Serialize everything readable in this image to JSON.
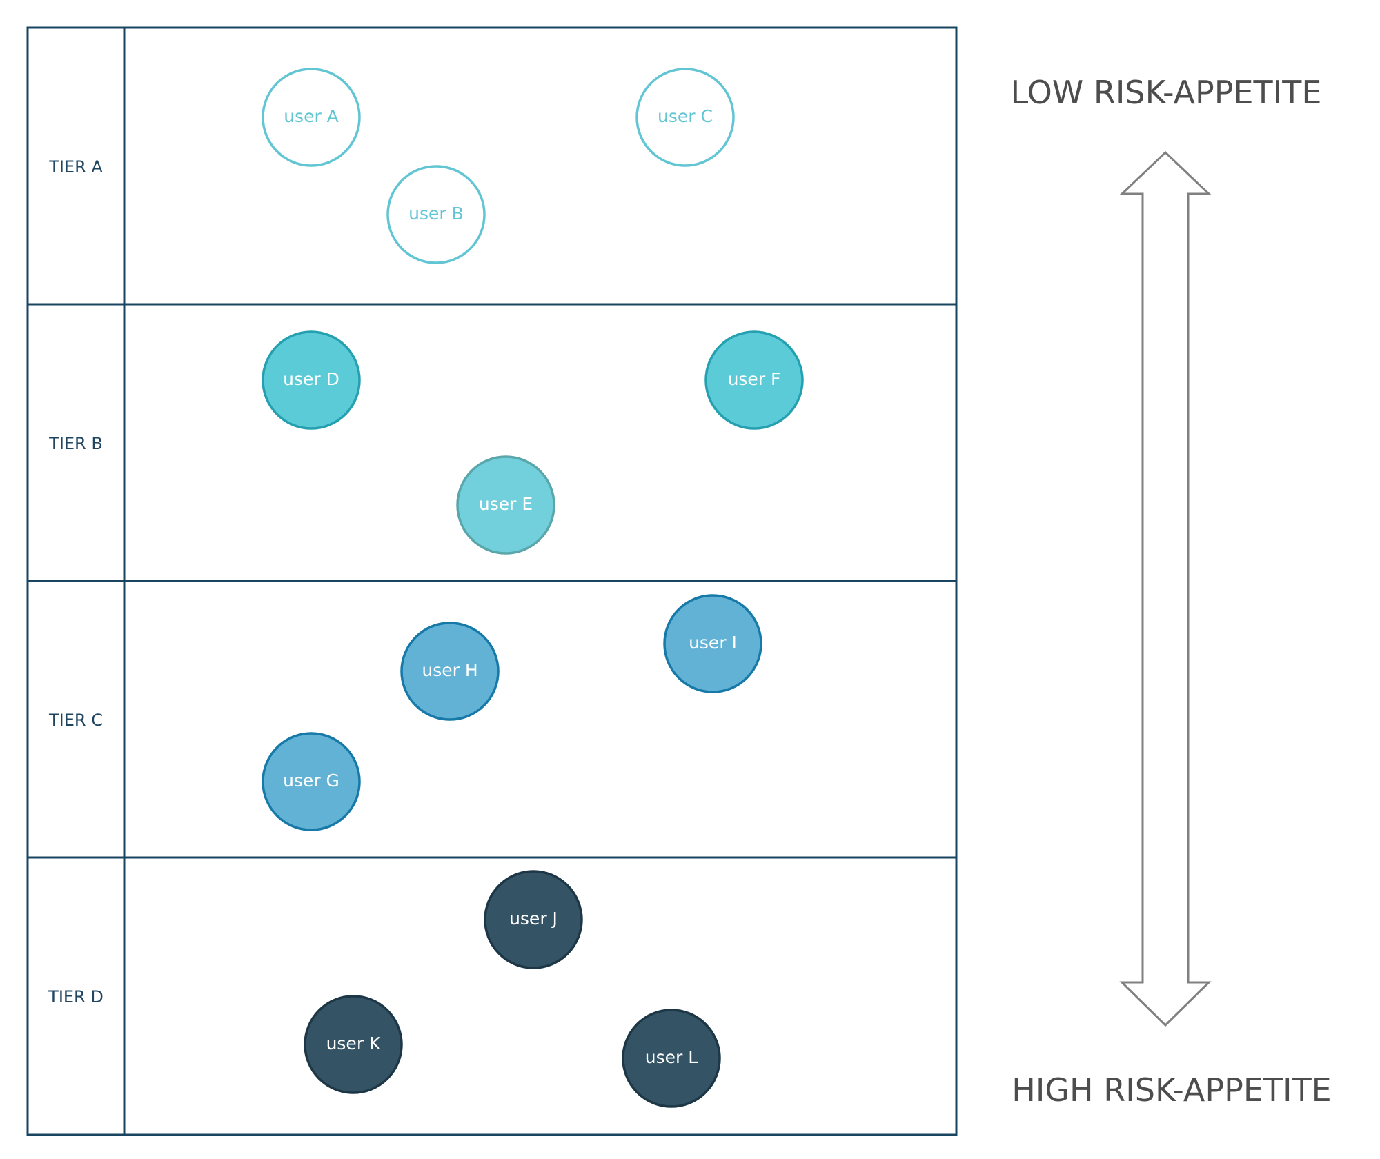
{
  "tiers": [
    {
      "label": "TIER A",
      "style": {
        "fill": "#ffffff",
        "stroke": "#62c5d3",
        "text": "#62c5d3"
      },
      "users": [
        "user A",
        "user B",
        "user C"
      ]
    },
    {
      "label": "TIER B",
      "style": {
        "fill": "#5ccbd8",
        "stroke": "#24a0b1",
        "text": "#ffffff"
      },
      "users": [
        "user D",
        "user E",
        "user F"
      ]
    },
    {
      "label": "TIER C",
      "style": {
        "fill": "#62b2d6",
        "stroke": "#1779a8",
        "text": "#ffffff"
      },
      "users": [
        "user G",
        "user H",
        "user I"
      ]
    },
    {
      "label": "TIER D",
      "style": {
        "fill": "#345466",
        "stroke": "#1d3746",
        "text": "#ffffff"
      },
      "users": [
        "user J",
        "user K",
        "user L"
      ]
    }
  ],
  "user_overrides": {
    "user E": {
      "fill": "#71d0dc",
      "stroke": "#5aa7ab"
    }
  },
  "axis": {
    "top_label": "LOW RISK-APPETITE",
    "bottom_label": "HIGH RISK-APPETITE"
  },
  "colors": {
    "grid_line": "#1a4560",
    "arrow_stroke": "#808080",
    "axis_text": "#4d4d4d"
  }
}
